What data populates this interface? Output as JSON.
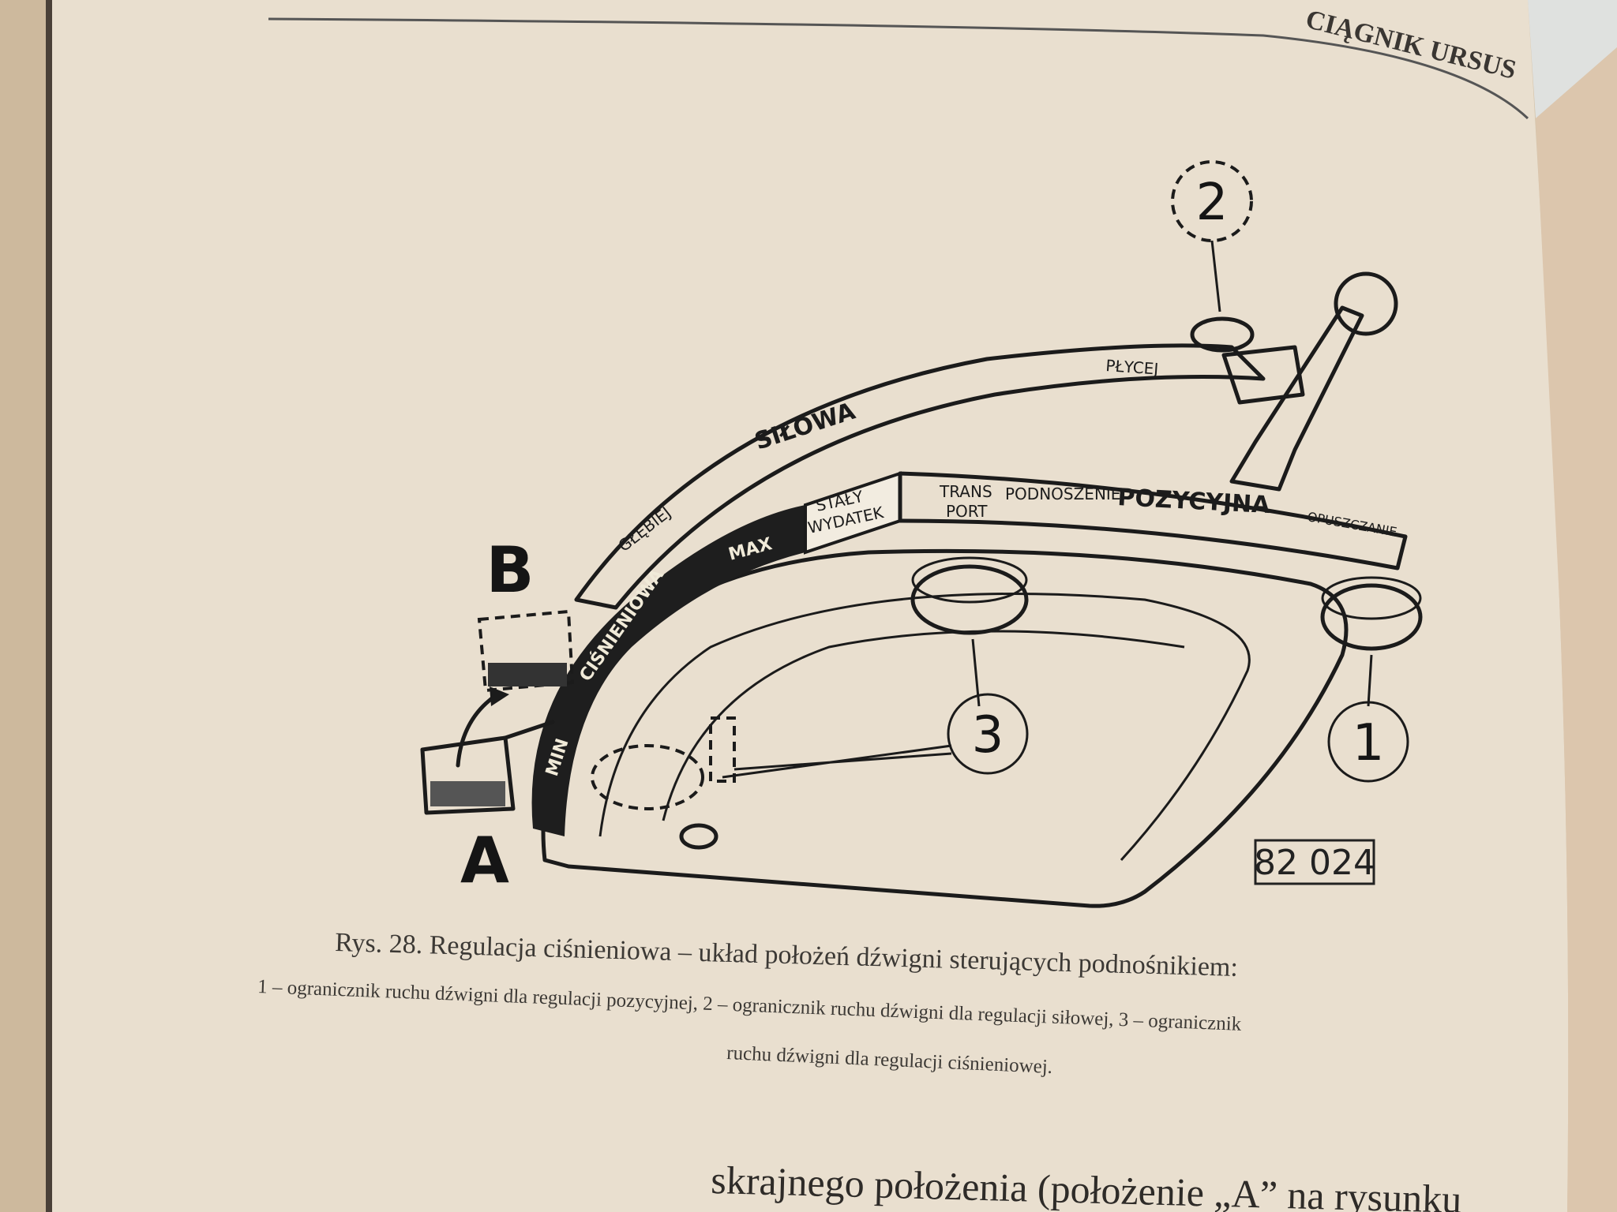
{
  "page": {
    "running_header": "CIĄGNIK URSUS",
    "body_text": "skrajnego położenia (położenie „A” na rysunku"
  },
  "figure": {
    "labels": {
      "glebiej": "GŁĘBIEJ",
      "silowa": "SIŁOWA",
      "plycej": "PŁYCEJ",
      "staly": "STAŁY",
      "wydatek": "WYDATEK",
      "trans": "TRANS",
      "port": "PORT",
      "podnoszenie": "PODNOSZENIE",
      "pozycyjna": "POZYCYJNA",
      "opuszczanie": "OPUSZCZANIE",
      "max": "MAX",
      "cisnieniowa": "CIŚNIENIOWA",
      "min": "MIN"
    },
    "position_a": "A",
    "position_b": "B",
    "callout_1": "1",
    "callout_2": "2",
    "callout_3": "3",
    "reference_number": "82 024"
  },
  "caption": {
    "title": "Rys. 28. Regulacja ciśnieniowa – układ położeń dźwigni sterujących podnośnikiem:",
    "line1": "1 – ogranicznik ruchu dźwigni dla regulacji pozycyjnej, 2 – ogranicznik ruchu dźwigni dla regulacji siłowej, 3 – ogranicznik",
    "line2": "ruchu dźwigni dla regulacji ciśnieniowej."
  }
}
